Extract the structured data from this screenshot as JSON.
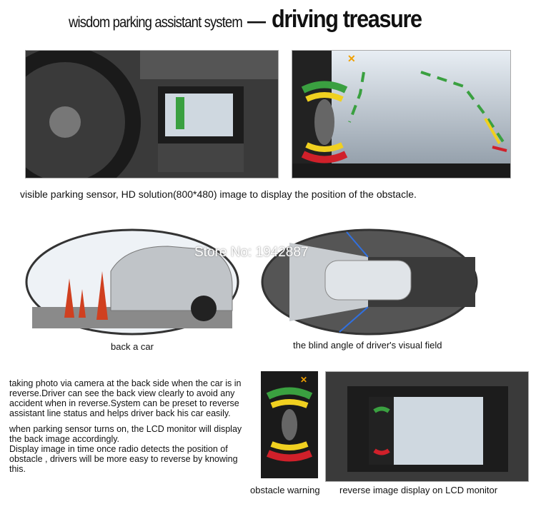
{
  "header": {
    "subtitle": "wisdom parking assistant system",
    "dash": "—",
    "title": "driving treasure"
  },
  "top_caption": "visible parking sensor, HD solution(800*480) image to display the position of the obstacle.",
  "watermark": "Store No: 1942887",
  "captions": {
    "back_car": "back a car",
    "blind_angle": "the blind angle of driver's visual field",
    "obstacle_warning": "obstacle warning",
    "reverse_display": "reverse image display on LCD monitor"
  },
  "description": {
    "p1": "taking photo via camera at the back side when the car is in reverse.Driver can see the back view clearly to avoid any accident when in reverse.System can be preset to reverse assistant line status and helps driver back his car easily.",
    "p2": "when parking sensor turns on, the LCD monitor will display the back image accordingly.",
    "p3": "Display image in time once radio detects the position of obstacle , drivers will be more easy to reverse by knowing this."
  },
  "colors": {
    "sensor_red": "#d0202a",
    "sensor_yellow": "#f0d020",
    "sensor_green": "#3aa040",
    "close_icon": "#f0a000"
  }
}
